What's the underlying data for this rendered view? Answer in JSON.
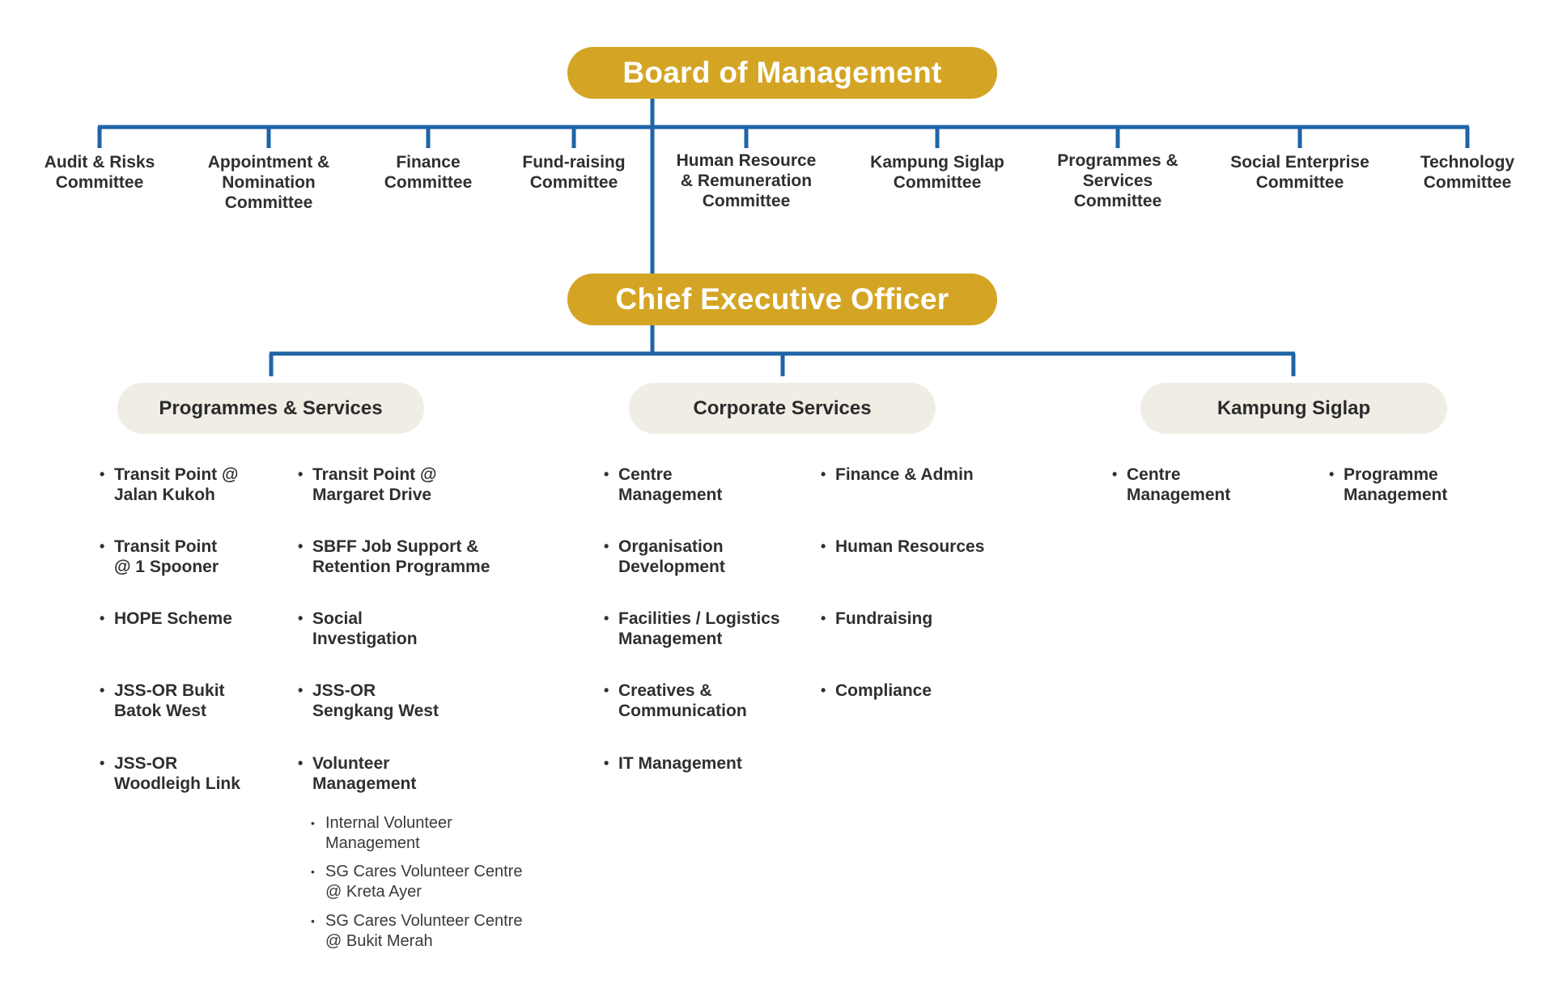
{
  "colors": {
    "line": "#1f64a6",
    "gold": "#d4a524",
    "dept_bg": "#f0ede5"
  },
  "board": "Board of Management",
  "ceo": "Chief Executive Officer",
  "committees": [
    [
      "Audit & Risks",
      "Committee"
    ],
    [
      "Appointment &",
      "Nomination",
      "Committee"
    ],
    [
      "Finance",
      "Committee"
    ],
    [
      "Fund-raising",
      "Committee"
    ],
    [
      "Human Resource",
      "& Remuneration",
      "Committee"
    ],
    [
      "Kampung Siglap",
      "Committee"
    ],
    [
      "Programmes &",
      "Services",
      "Committee"
    ],
    [
      "Social Enterprise",
      "Committee"
    ],
    [
      "Technology",
      "Committee"
    ]
  ],
  "departments": {
    "programmes": {
      "title": "Programmes & Services",
      "col1": [
        [
          "Transit Point @",
          "Jalan Kukoh"
        ],
        [
          "Transit Point",
          "@ 1 Spooner"
        ],
        [
          "HOPE Scheme"
        ],
        [
          "JSS-OR Bukit",
          "Batok West"
        ],
        [
          "JSS-OR",
          "Woodleigh Link"
        ]
      ],
      "col2": [
        [
          "Transit Point @",
          "Margaret Drive"
        ],
        [
          "SBFF Job Support &",
          "Retention Programme"
        ],
        [
          "Social",
          "Investigation"
        ],
        [
          "JSS-OR",
          "Sengkang West"
        ],
        [
          "Volunteer",
          "Management"
        ]
      ],
      "volunteer_sub": [
        [
          "Internal Volunteer",
          "Management"
        ],
        [
          "SG Cares Volunteer Centre",
          "@ Kreta Ayer"
        ],
        [
          "SG Cares Volunteer Centre",
          "@ Bukit Merah"
        ]
      ]
    },
    "corporate": {
      "title": "Corporate Services",
      "col1": [
        [
          "Centre",
          "Management"
        ],
        [
          "Organisation",
          "Development"
        ],
        [
          "Facilities / Logistics",
          "Management"
        ],
        [
          "Creatives &",
          "Communication"
        ],
        [
          "IT Management"
        ]
      ],
      "col2": [
        [
          "Finance & Admin"
        ],
        [
          "Human Resources"
        ],
        [
          "Fundraising"
        ],
        [
          "Compliance"
        ]
      ]
    },
    "kampung": {
      "title": "Kampung Siglap",
      "col1": [
        [
          "Centre",
          "Management"
        ]
      ],
      "col2": [
        [
          "Programme",
          "Management"
        ]
      ]
    }
  }
}
